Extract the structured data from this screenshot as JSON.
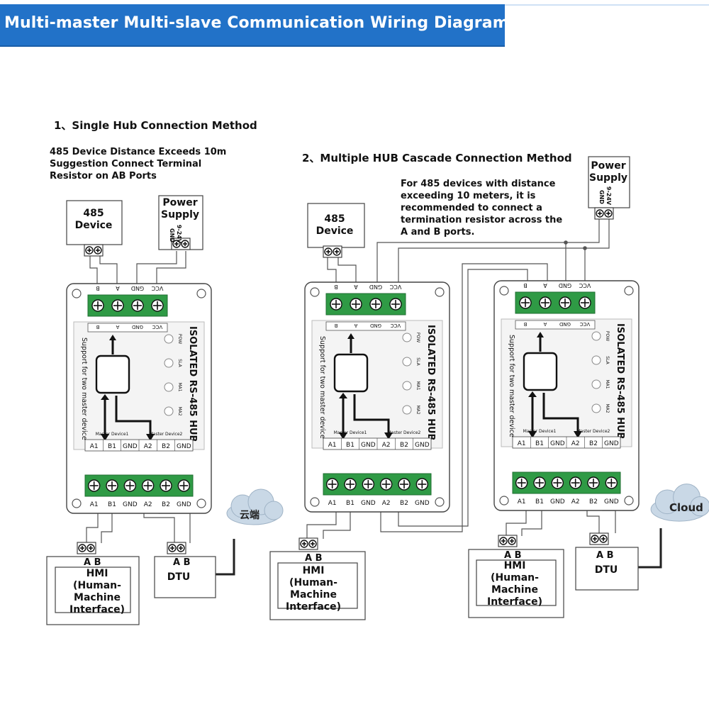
{
  "header": {
    "title": "Multi-master Multi-slave Communication Wiring Diagram"
  },
  "section1": {
    "heading": "1、Single Hub Connection Method",
    "note_lines": [
      "485 Device Distance Exceeds 10m",
      "Suggestion Connect Terminal",
      "Resistor on AB Ports"
    ],
    "device_label_lines": [
      "485",
      "Device"
    ],
    "power_label_lines": [
      "Power",
      "Supply"
    ],
    "power_sub": "9-24V",
    "power_gnd": "GND",
    "hmi_label_lines": [
      "HMI",
      "(Human-",
      "Machine",
      "Interface)"
    ],
    "dtu_label": "DTU",
    "cloud_label": "云端"
  },
  "section2": {
    "heading": "2、Multiple HUB Cascade Connection Method",
    "note_lines": [
      "For 485 devices with distance",
      "exceeding 10 meters, it is",
      "recommended to connect a",
      "termination resistor across the",
      "A and B ports."
    ],
    "device_label_lines": [
      "485",
      "Device"
    ],
    "power_label_lines": [
      "Power",
      "Supply"
    ],
    "power_sub": "9-24V",
    "power_gnd": "GND",
    "hmi_label_lines": [
      "HMI",
      "(Human-",
      "Machine",
      "Interface)"
    ],
    "dtu_label": "DTU",
    "cloud_label": "Cloud"
  },
  "hub": {
    "title": "ISOLATED RS-485 HUB",
    "subtitle": "Support for two master device",
    "top_terminals": [
      "B",
      "A",
      "GND",
      "VCC"
    ],
    "bottom_terminals": [
      "A1",
      "B1",
      "GND",
      "A2",
      "B2",
      "GND"
    ],
    "master_labels": [
      "Master Device1",
      "Master Device2"
    ],
    "leds": [
      "POW",
      "SLA",
      "MA1",
      "MA2"
    ]
  },
  "ab_label": "A  B"
}
